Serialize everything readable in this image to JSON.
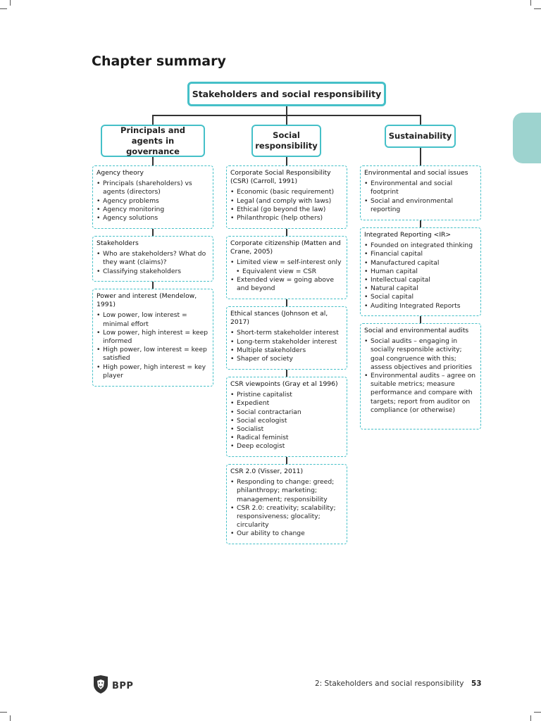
{
  "page": {
    "title": "Chapter summary",
    "footer_text": "2: Stakeholders and social responsibility",
    "page_number": "53",
    "logo_text": "BPP",
    "colors": {
      "accent": "#45c0c8",
      "tab": "#9dd3cf"
    }
  },
  "diagram": {
    "root": "Stakeholders and social responsibility",
    "branches": [
      "Principals and agents in governance",
      "Social responsibility",
      "Sustainability"
    ],
    "col1": [
      {
        "title": "Agency theory",
        "items": [
          "Principals (shareholders) vs agents (directors)",
          "Agency problems",
          "Agency monitoring",
          "Agency solutions"
        ]
      },
      {
        "title": "Stakeholders",
        "items": [
          "Who are stakeholders? What do they want (claims)?",
          "Classifying stakeholders"
        ]
      },
      {
        "title": "Power and interest (Mendelow, 1991)",
        "items": [
          "Low power, low interest = minimal effort",
          "Low power, high interest = keep informed",
          "High power, low interest = keep satisfied",
          "High power, high interest = key player"
        ]
      }
    ],
    "col2": [
      {
        "title": "Corporate Social Responsibility (CSR) (Carroll, 1991)",
        "items": [
          "Economic (basic requirement)",
          "Legal (and comply with laws)",
          "Ethical (go beyond the law)",
          "Philanthropic (help others)"
        ]
      },
      {
        "title": "Corporate citizenship (Matten and Crane, 2005)",
        "items": [
          "Limited view = self-interest only",
          "Equivalent view = CSR",
          "Extended view = going above and beyond"
        ]
      },
      {
        "title": "Ethical stances (Johnson et al, 2017)",
        "items": [
          "Short-term stakeholder interest",
          "Long-term stakeholder interest",
          "Multiple stakeholders",
          "Shaper of society"
        ]
      },
      {
        "title": "CSR viewpoints (Gray et al 1996)",
        "items": [
          "Pristine capitalist",
          "Expedient",
          "Social contractarian",
          "Social ecologist",
          "Socialist",
          "Radical feminist",
          "Deep ecologist"
        ]
      },
      {
        "title": "CSR 2.0 (Visser, 2011)",
        "items": [
          "Responding to change: greed; philanthropy; marketing; management; responsibility",
          "CSR 2.0: creativity; scalability; responsiveness; glocality; circularity",
          "Our ability to change"
        ]
      }
    ],
    "col3": [
      {
        "title": "Environmental and social issues",
        "items": [
          "Environmental and social footprint",
          "Social and environmental reporting"
        ]
      },
      {
        "title": "Integrated Reporting <IR>",
        "items": [
          "Founded on integrated thinking",
          "Financial capital",
          "Manufactured capital",
          "Human capital",
          "Intellectual capital",
          "Natural capital",
          "Social capital",
          "Auditing Integrated Reports"
        ]
      },
      {
        "title": "Social and environmental audits",
        "items": [
          "Social audits – engaging in socially responsible activity; goal congruence with this; assess objectives and priorities",
          "Environmental audits – agree on suitable metrics; measure performance and compare with targets; report from auditor on compliance (or otherwise)"
        ]
      }
    ]
  }
}
